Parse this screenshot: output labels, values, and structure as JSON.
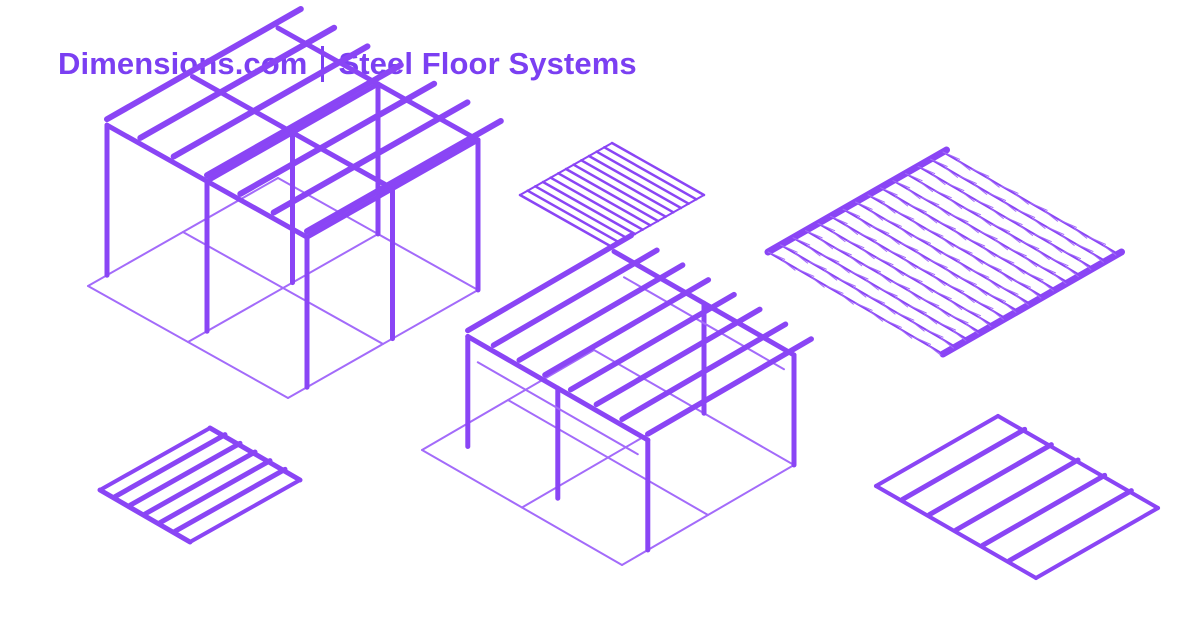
{
  "header": {
    "brand": "Dimensions.com",
    "title": "Steel Floor Systems"
  },
  "colors": {
    "accent": "#7B3FF2",
    "structure": "#8A45F5",
    "light": "#A36BFA"
  },
  "illustrations": [
    {
      "name": "steel-frame-with-beams",
      "content": "isometric steel frame with columns and parallel beams"
    },
    {
      "name": "corrugated-deck",
      "content": "isometric steel deck panel"
    },
    {
      "name": "open-web-joist-floor",
      "content": "isometric floor of open-web steel joists between girders"
    },
    {
      "name": "small-beam-grid",
      "content": "isometric small grid of beams"
    },
    {
      "name": "frame-with-joist-girders",
      "content": "isometric frame with joist girders and beams"
    },
    {
      "name": "joist-panel",
      "content": "isometric joist panel"
    }
  ]
}
